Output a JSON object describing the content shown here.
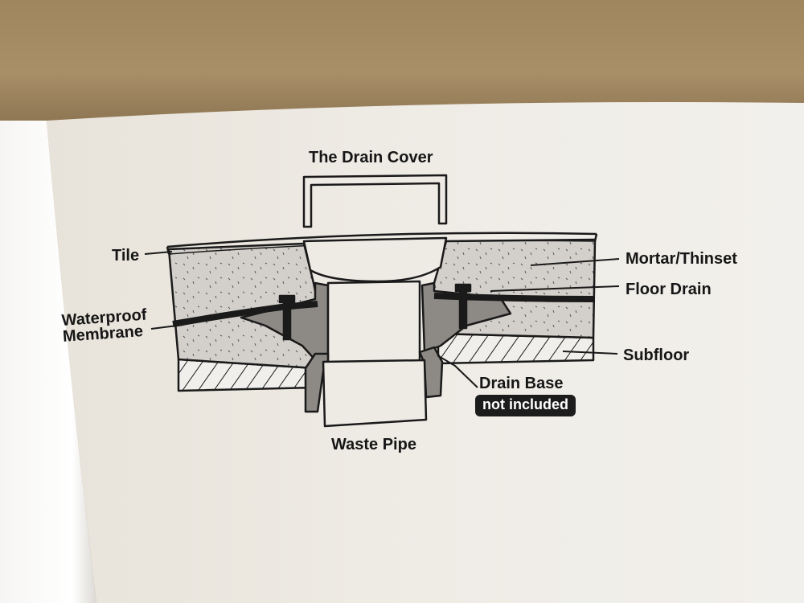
{
  "labels": {
    "drain_cover": "The Drain Cover",
    "tile": "Tile",
    "waterproof_line1": "Waterproof",
    "waterproof_line2": "Membrane",
    "mortar": "Mortar/Thinset",
    "floor_drain": "Floor Drain",
    "subfloor": "Subfloor",
    "drain_base": "Drain Base",
    "not_included": "not included",
    "waste_pipe": "Waste Pipe"
  },
  "colors": {
    "ink": "#1a1a1a",
    "mortar_fill": "#d3d0cb",
    "drain_fill": "#8d8a86",
    "paper": "#eeebe4",
    "cardboard": "#a38a63"
  }
}
